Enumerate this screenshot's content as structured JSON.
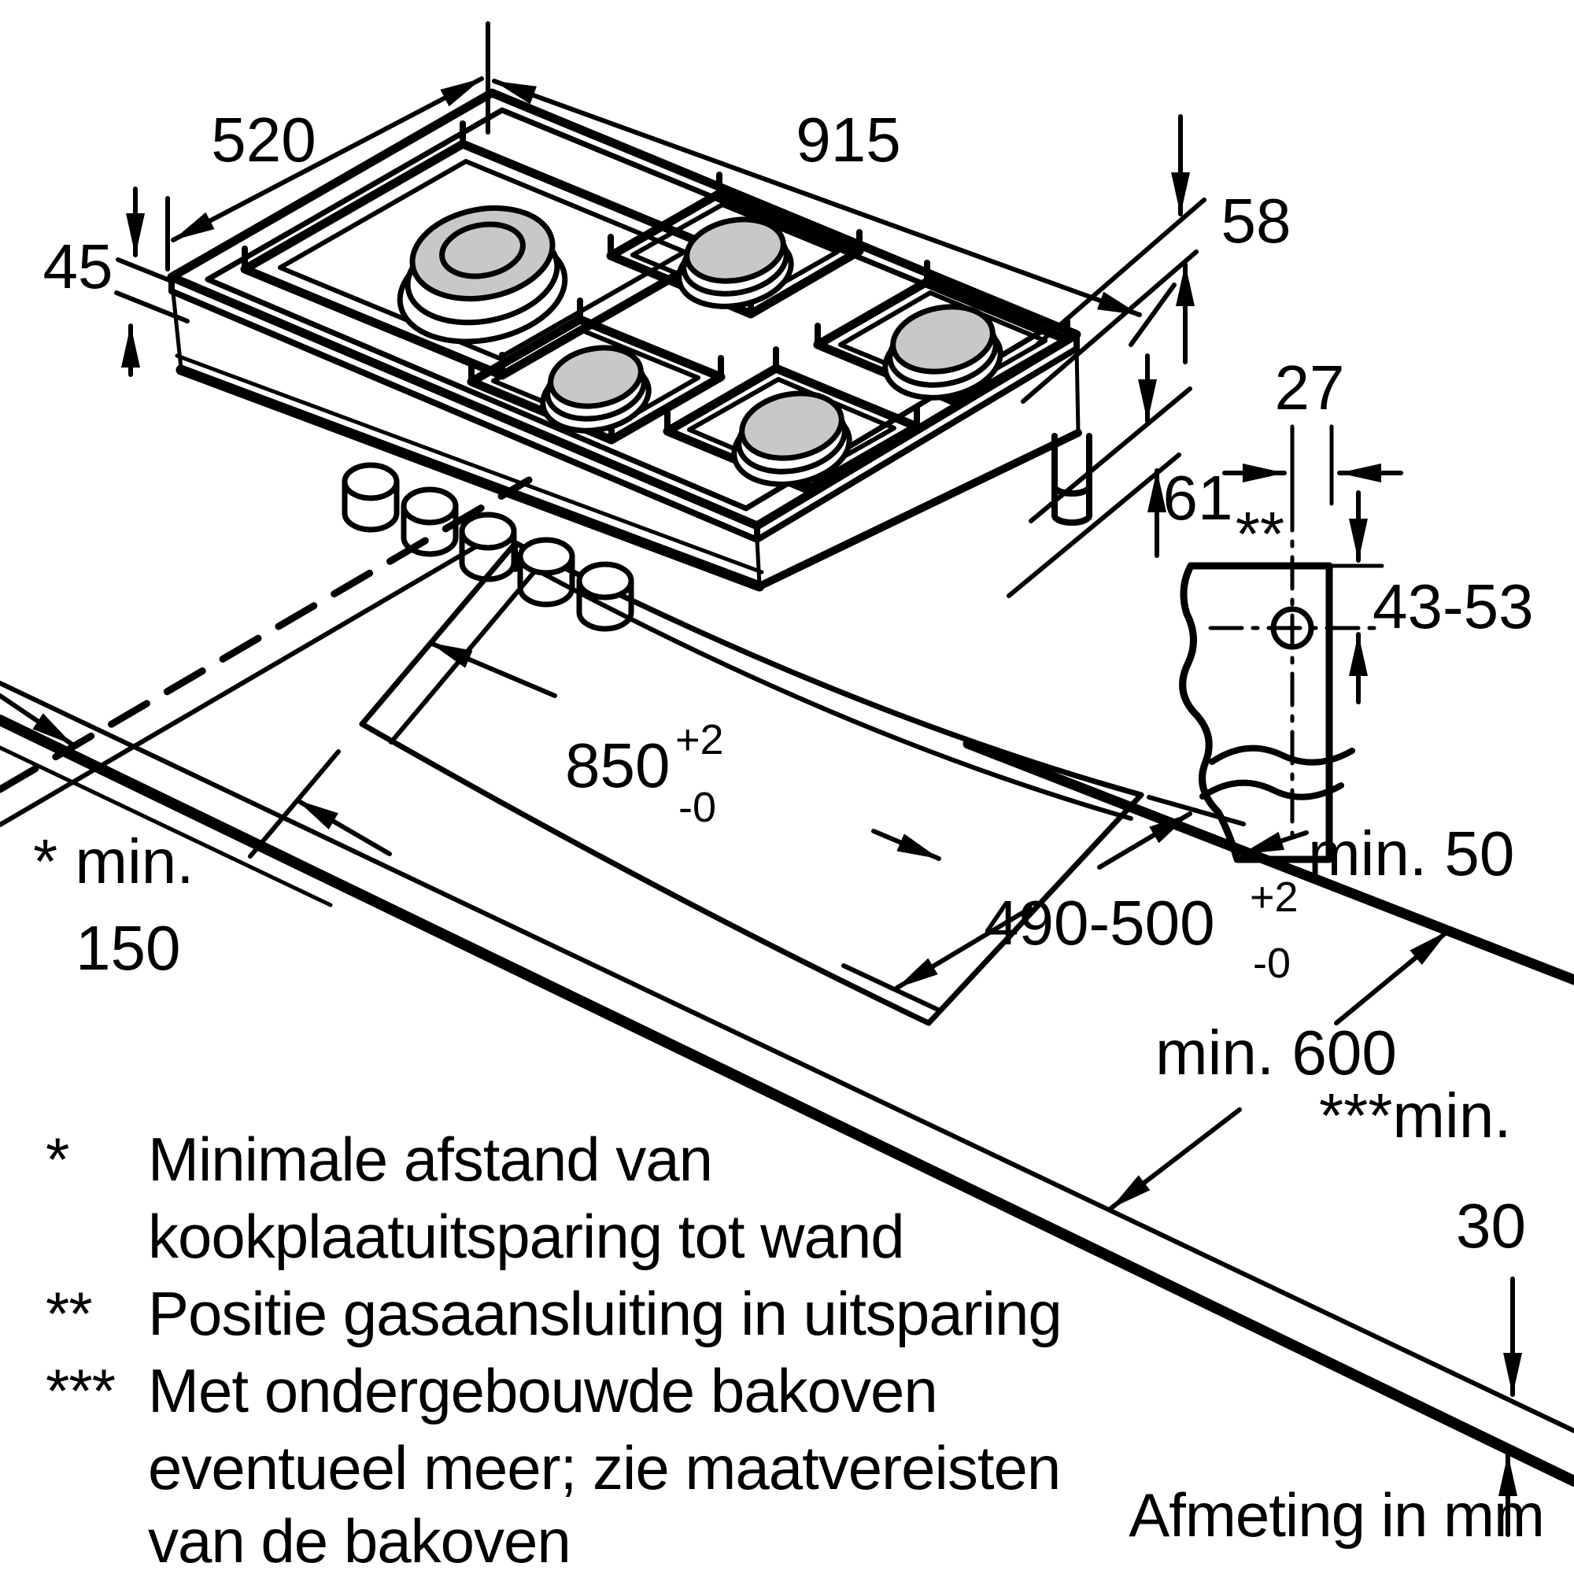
{
  "title": "Gas hob installation drawing",
  "units_note": "Afmeting in mm",
  "dims": {
    "depth": "520",
    "width": "915",
    "height_left": "45",
    "height_right": "58",
    "height_body": "61",
    "gas_offset_front": "27",
    "gas_marker": "**",
    "gas_vertical_range": "43-53",
    "cutout_width": "850",
    "cutout_width_tol_plus": "+2",
    "cutout_width_tol_minus": "-0",
    "cutout_depth": "490-500",
    "cutout_depth_tol_plus": "+2",
    "cutout_depth_tol_minus": "-0",
    "min_rear_clearance": "min. 50",
    "min_side_line1": "* min.",
    "min_side_line2": "150",
    "min_worktop_depth": "min. 600",
    "min_under_line1": "***min.",
    "min_under_line2": "30"
  },
  "footnotes": {
    "marker1": "*",
    "f1_line1": "Minimale afstand van",
    "f1_line2": "kookplaatuitsparing tot wand",
    "marker2": "**",
    "f2_line1": "Positie gasaansluiting in uitsparing",
    "marker3": "***",
    "f3_line1": "Met ondergebouwde bakoven",
    "f3_line2": "eventueel meer; zie maatvereisten",
    "f3_line3": "van de bakoven"
  },
  "colors": {
    "line": "#000000",
    "burner_cap": "#c8c8c8",
    "background": "#ffffff"
  }
}
